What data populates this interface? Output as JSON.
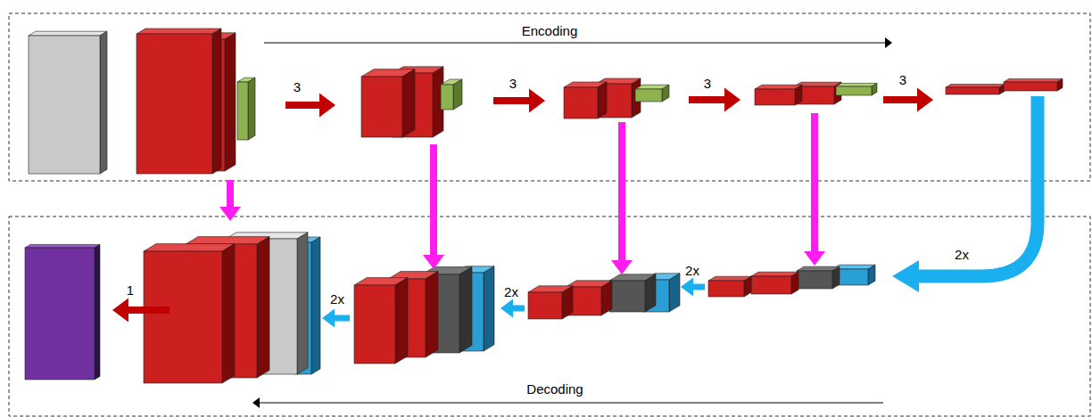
{
  "diagram": {
    "labels": [
      "Encoding",
      "3",
      "3",
      "3",
      "3",
      "2x",
      "2x",
      "2x",
      "2x",
      "1",
      "Decoding"
    ]
  }
}
